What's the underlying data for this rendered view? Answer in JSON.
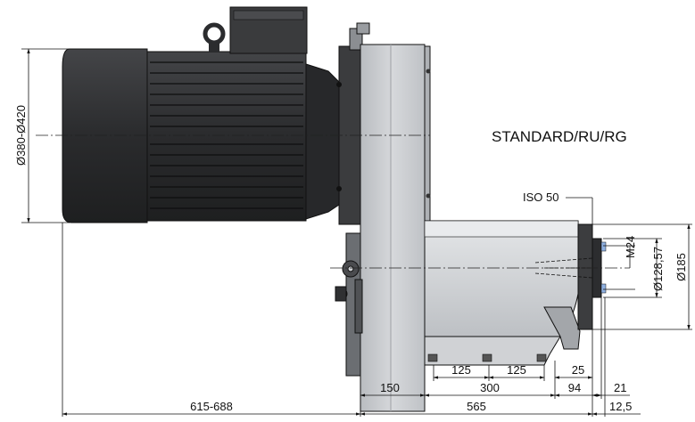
{
  "title": "STANDARD/RU/RG",
  "tool_interface_label": "ISO 50",
  "dimensions": {
    "motor_diameter": "Ø380-Ø420",
    "thread": "M24",
    "bore_diameter": "Ø128,57",
    "flange_diameter": "Ø185",
    "overall_motor_length": "615-688",
    "unit_length": "565",
    "gearbox_width": "150",
    "slide_span": "300",
    "front_offset": "94",
    "spindle_nose": "21",
    "nose_step": "12,5",
    "hole_spacing_1": "125",
    "hole_spacing_2": "125",
    "hole_offset_end": "25"
  },
  "colors": {
    "motor_dark": "#2e2f31",
    "housing_grey": "#c9ccd0",
    "line": "#111111"
  }
}
